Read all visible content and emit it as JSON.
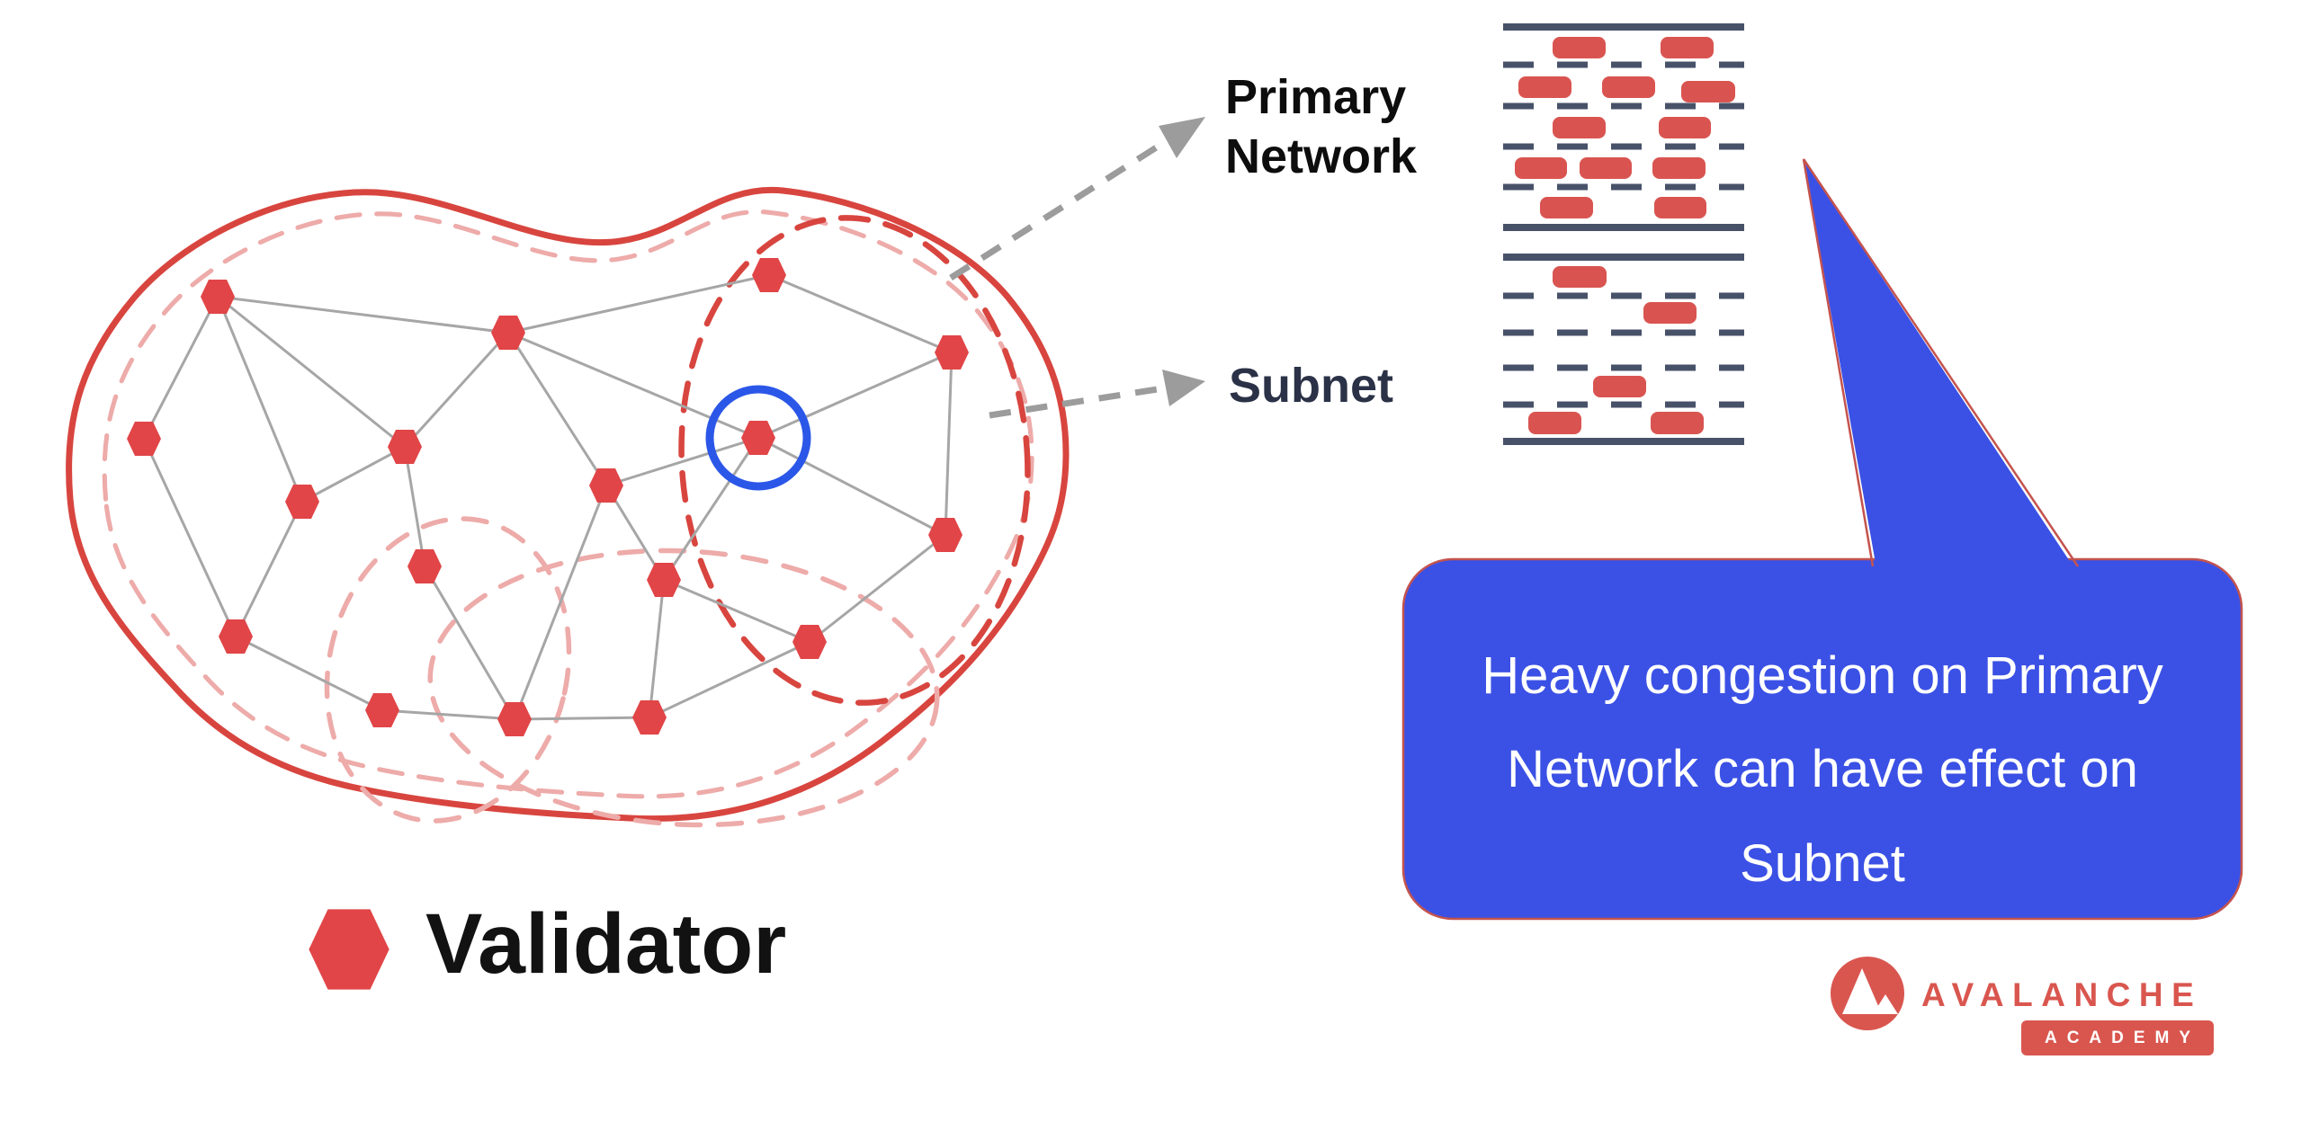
{
  "title": "Avalanche Academy diagram - Primary Network congestion effect on Subnet",
  "network_diagram": {
    "labels": {
      "primary": "Primary\nNetwork",
      "subnet": "Subnet"
    },
    "validator_count": 17,
    "subnet_regions": 3,
    "highlighted_validator": "blue-circled validator shared by Primary Network and Subnet"
  },
  "legend": {
    "validator": "Validator"
  },
  "callout": {
    "text": "Heavy congestion on Primary\nNetwork can have effect on\nSubnet"
  },
  "ledgers": {
    "primary_block_count": 12,
    "subnet_block_count": 5
  },
  "logo": {
    "brand": "AVALANCHE",
    "badge": "ACADEMY"
  },
  "colors": {
    "boundary_red": "#d8453f",
    "subnet_dashed_pink": "#edaba9",
    "validator_red": "#e14547",
    "edge_gray": "#a6a6a6",
    "arrow_gray": "#9c9c9c",
    "highlight_blue": "#2b57e8",
    "ledger_slate": "#475269",
    "block_red": "#d95450",
    "callout_blue": "#3b51e5",
    "callout_border": "#c4534e",
    "brand_red": "#d9564f",
    "subnet_label": "#2b3247",
    "text_black": "#0d0d0d"
  }
}
